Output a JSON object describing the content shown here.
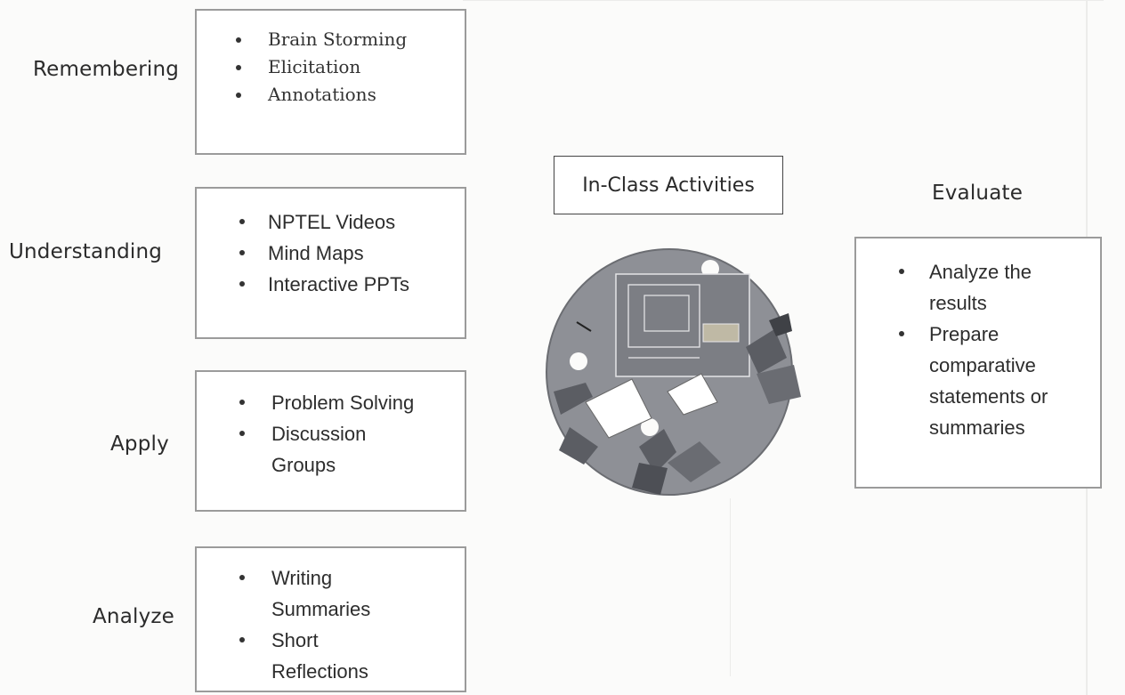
{
  "levels": [
    {
      "label": "Remembering",
      "items": [
        "Brain Storming",
        "Elicitation",
        "Annotations"
      ]
    },
    {
      "label": "Understanding",
      "items": [
        "NPTEL Videos",
        "Mind Maps",
        "Interactive PPTs"
      ]
    },
    {
      "label": "Apply",
      "items": [
        "Problem Solving",
        "Discussion Groups"
      ]
    },
    {
      "label": "Analyze",
      "items": [
        "Writing Summaries",
        "Short Reflections"
      ]
    }
  ],
  "center": {
    "title": "In-Class Activities"
  },
  "evaluate": {
    "label": "Evaluate",
    "items": [
      "Analyze the results",
      "Prepare comparative statements or summaries"
    ]
  },
  "colors": {
    "box_border": "#9b9b9b",
    "illustration": "#8e9096",
    "illustration_dark": "#5b5d63"
  },
  "icons": {
    "illustration": "classroom-table-illustration"
  }
}
